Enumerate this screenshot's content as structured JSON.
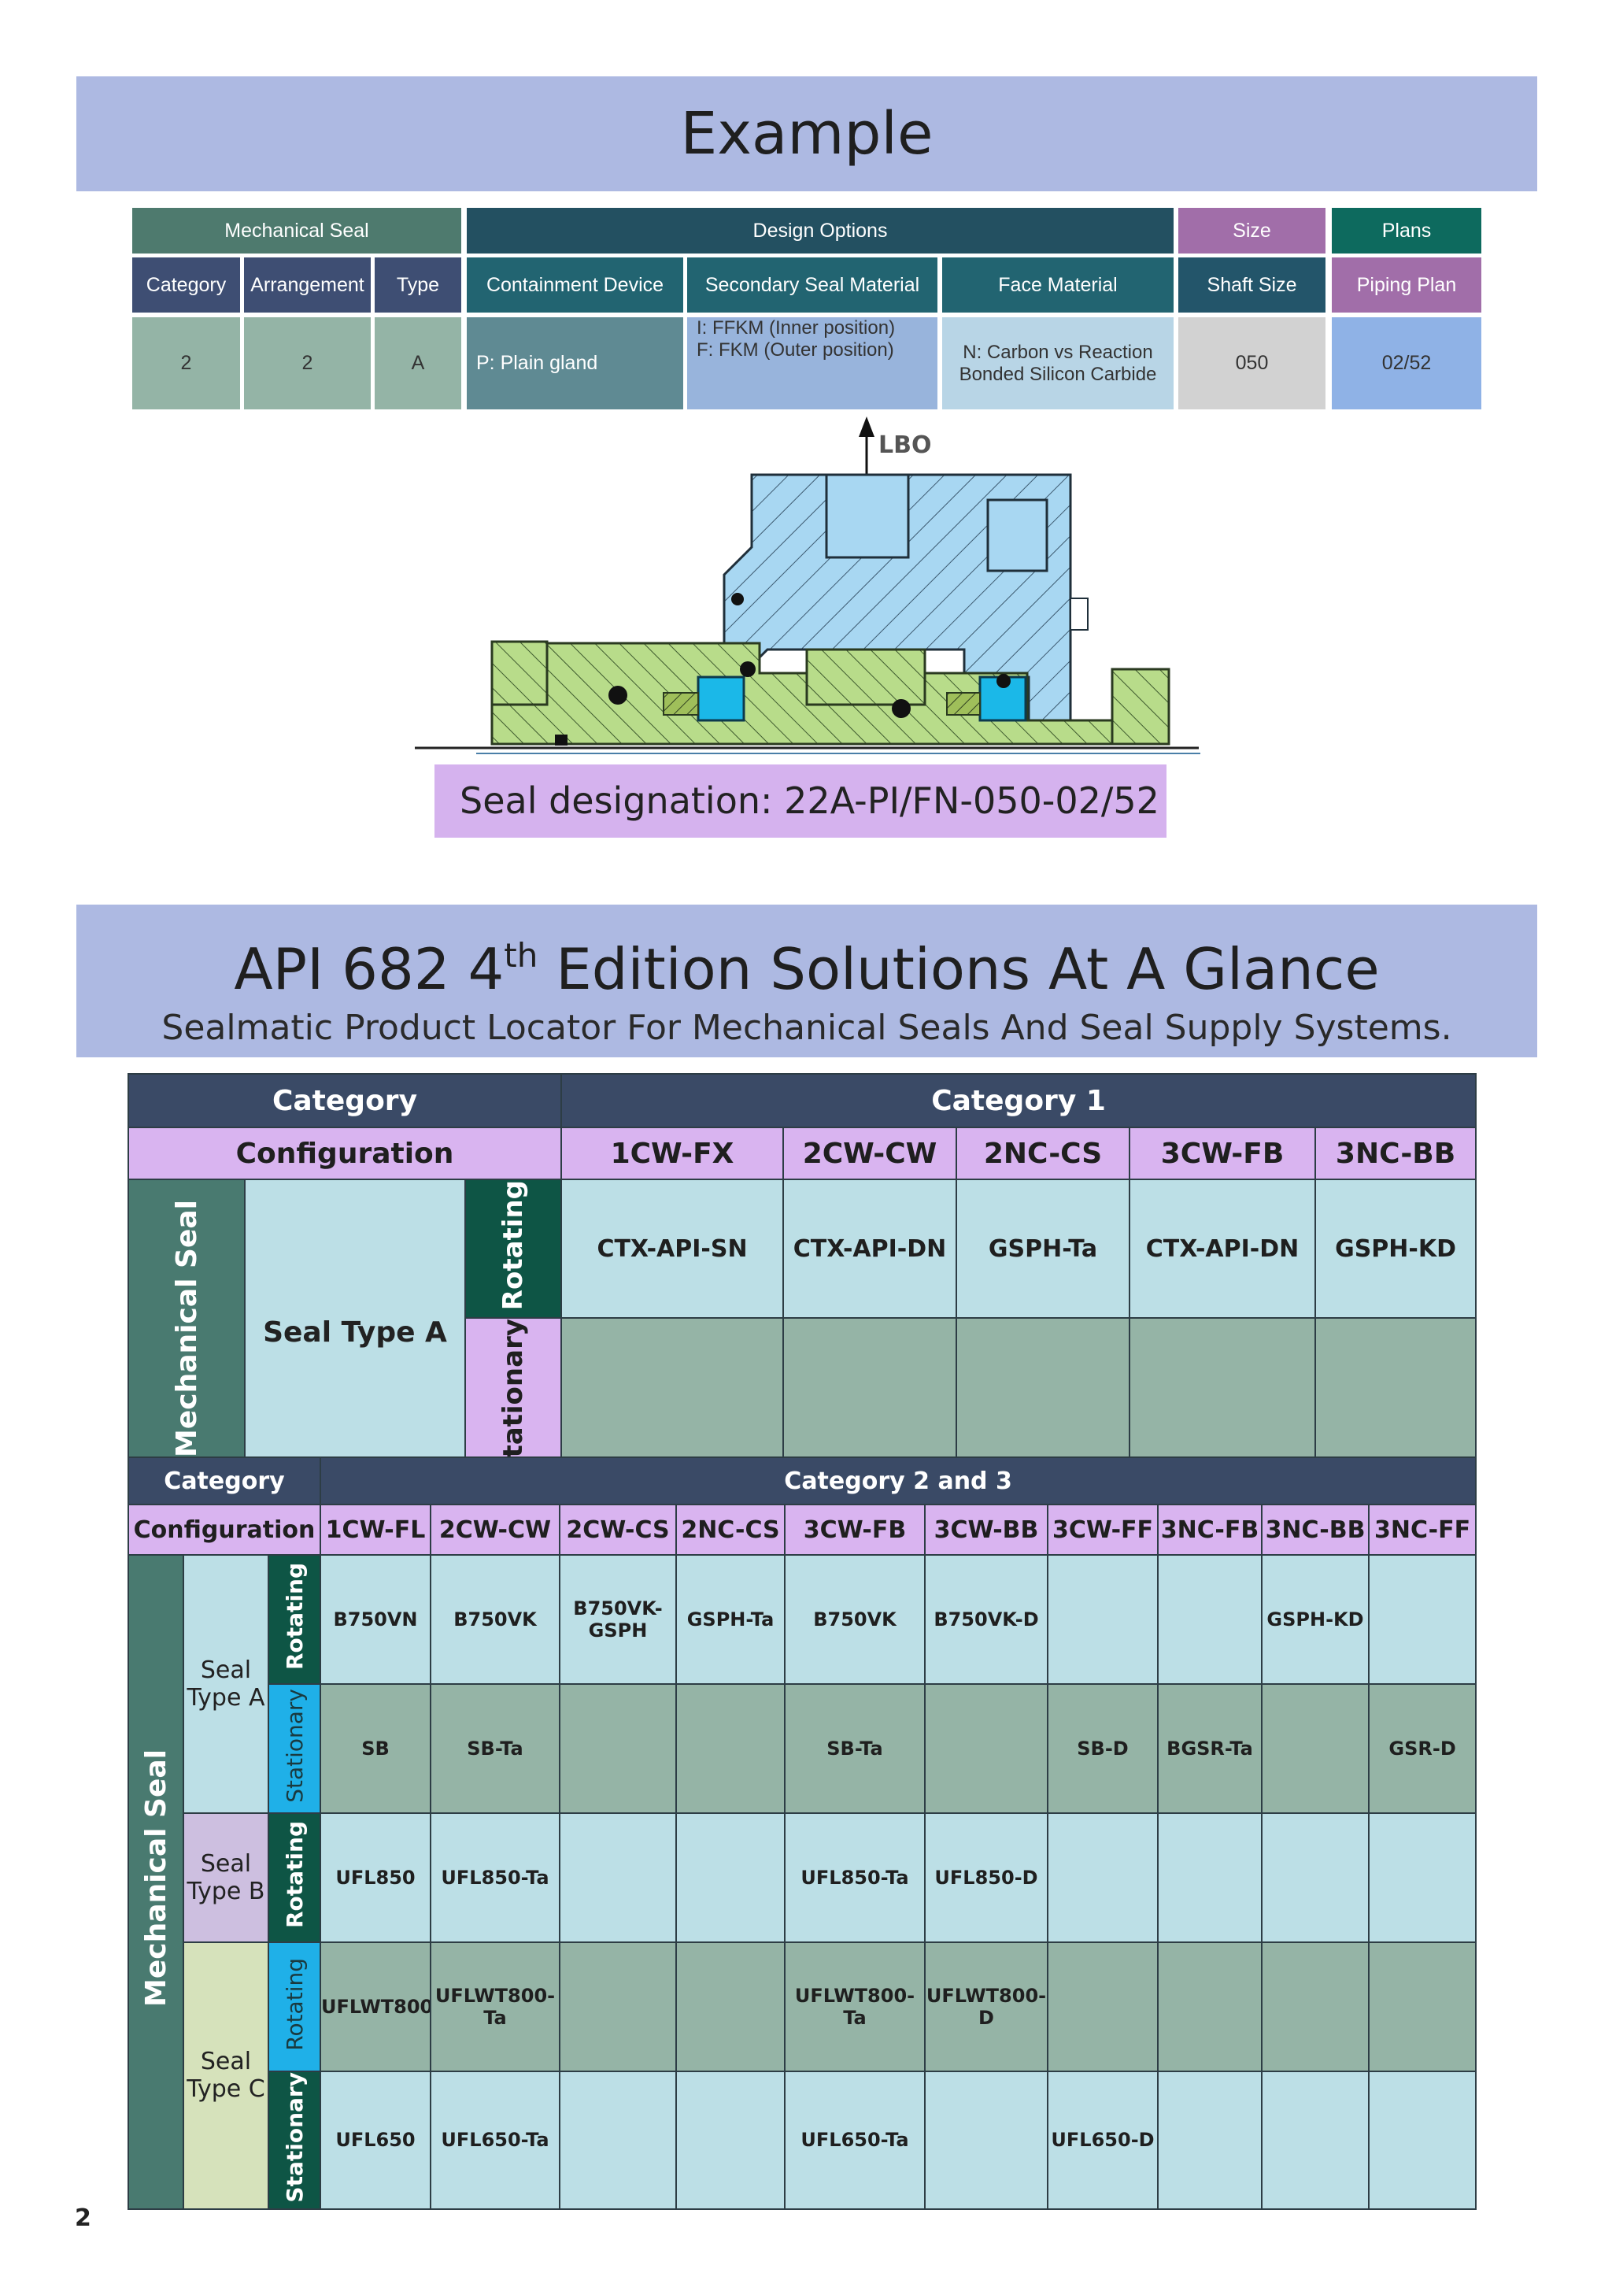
{
  "example": {
    "title": "Example",
    "groups": {
      "mechanical_seal": "Mechanical Seal",
      "design_options": "Design Options",
      "size": "Size",
      "plans": "Plans"
    },
    "columns": [
      "Category",
      "Arrangement",
      "Type",
      "Containment Device",
      "Secondary Seal Material",
      "Face Material",
      "Shaft Size",
      "Piping Plan"
    ],
    "values": {
      "category": "2",
      "arrangement": "2",
      "type": "A",
      "containment": "P: Plain gland",
      "secondary_line1": "I:  FFKM (Inner position)",
      "secondary_line2": "F:  FKM (Outer position)",
      "face_line1": "N: Carbon vs Reaction",
      "face_line2": "Bonded Silicon Carbide",
      "shaft_size": "050",
      "piping_plan": "02/52"
    },
    "diagram_label": "LBO",
    "designation": "Seal designation: 22A-PI/FN-050-02/52"
  },
  "api": {
    "title_pre": "API 682 4",
    "title_sup": "th",
    "title_post": " Edition Solutions At A Glance",
    "subtitle": "Sealmatic Product Locator For Mechanical Seals And Seal Supply Systems."
  },
  "table1": {
    "category_label": "Category",
    "category_value": "Category 1",
    "configuration_label": "Configuration",
    "configs": [
      "1CW-FX",
      "2CW-CW",
      "2NC-CS",
      "3CW-FB",
      "3NC-BB"
    ],
    "mechanical_seal": "Mechanical Seal",
    "seal_type": "Seal Type A",
    "rotating": "Rotating",
    "stationary": "Stationary",
    "rotating_values": [
      "CTX-API-SN",
      "CTX-API-DN",
      "GSPH-Ta",
      "CTX-API-DN",
      "GSPH-KD"
    ]
  },
  "table2": {
    "category_label": "Category",
    "category_value": "Category 2 and 3",
    "configuration_label": "Configuration",
    "configs": [
      "1CW-FL",
      "2CW-CW",
      "2CW-CS",
      "2NC-CS",
      "3CW-FB",
      "3CW-BB",
      "3CW-FF",
      "3NC-FB",
      "3NC-BB",
      "3NC-FF"
    ],
    "mechanical_seal": "Mechanical Seal",
    "seal_type_a_1": "Seal",
    "seal_type_a_2": "Type A",
    "seal_type_b_1": "Seal",
    "seal_type_b_2": "Type B",
    "seal_type_c_1": "Seal",
    "seal_type_c_2": "Type C",
    "rotating": "Rotating",
    "stationary": "Stationary",
    "rows": {
      "a_rot": [
        "B750VN",
        "B750VK",
        "B750VK-\nGSPH",
        "GSPH-Ta",
        "B750VK",
        "B750VK-D",
        "",
        "",
        "GSPH-KD",
        ""
      ],
      "a_sta": [
        "SB",
        "SB-Ta",
        "",
        "",
        "SB-Ta",
        "",
        "SB-D",
        "BGSR-Ta",
        "",
        "GSR-D"
      ],
      "b_rot": [
        "UFL850",
        "UFL850-Ta",
        "",
        "",
        "UFL850-Ta",
        "UFL850-D",
        "",
        "",
        "",
        ""
      ],
      "c_rot": [
        "UFLWT800",
        "UFLWT800-\nTa",
        "",
        "",
        "UFLWT800-Ta",
        "UFLWT800-D",
        "",
        "",
        "",
        ""
      ],
      "c_sta": [
        "UFL650",
        "UFL650-Ta",
        "",
        "",
        "UFL650-Ta",
        "",
        "UFL650-D",
        "",
        "",
        ""
      ]
    }
  },
  "page_number": "2"
}
